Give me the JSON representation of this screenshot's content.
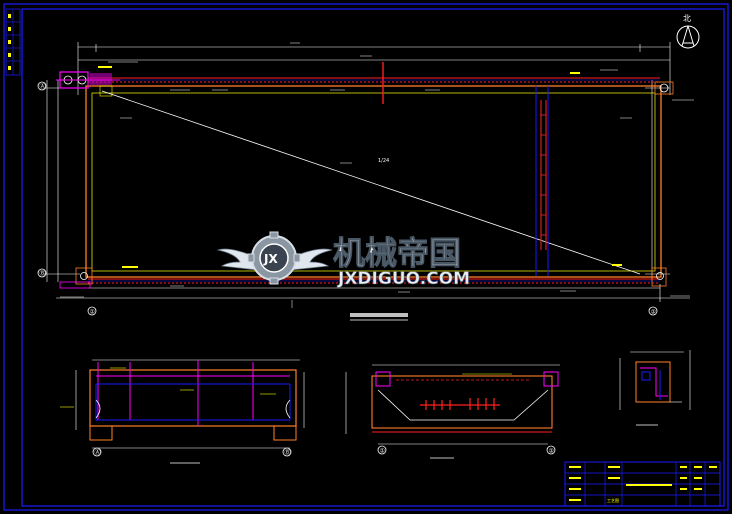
{
  "watermark": {
    "brand_cn": "机械帝国",
    "brand_en": "JXDIGUO.COM",
    "badge_letters": "JX"
  },
  "drawing": {
    "north_label": "北",
    "axis_markers": [
      "①",
      "②",
      "③",
      "④",
      "Ⓐ",
      "Ⓑ"
    ],
    "plan_area_label": "1/24",
    "colors": {
      "background": "#000000",
      "frame": "#1a1aff",
      "wall": "#ff7f27",
      "rebar": "#ff2020",
      "pipe": "#ff00ff",
      "dim": "#ffffff",
      "aux": "#ffff00",
      "ladder": "#d02020"
    }
  },
  "title_block": {
    "drawing_number": "工艺图"
  }
}
